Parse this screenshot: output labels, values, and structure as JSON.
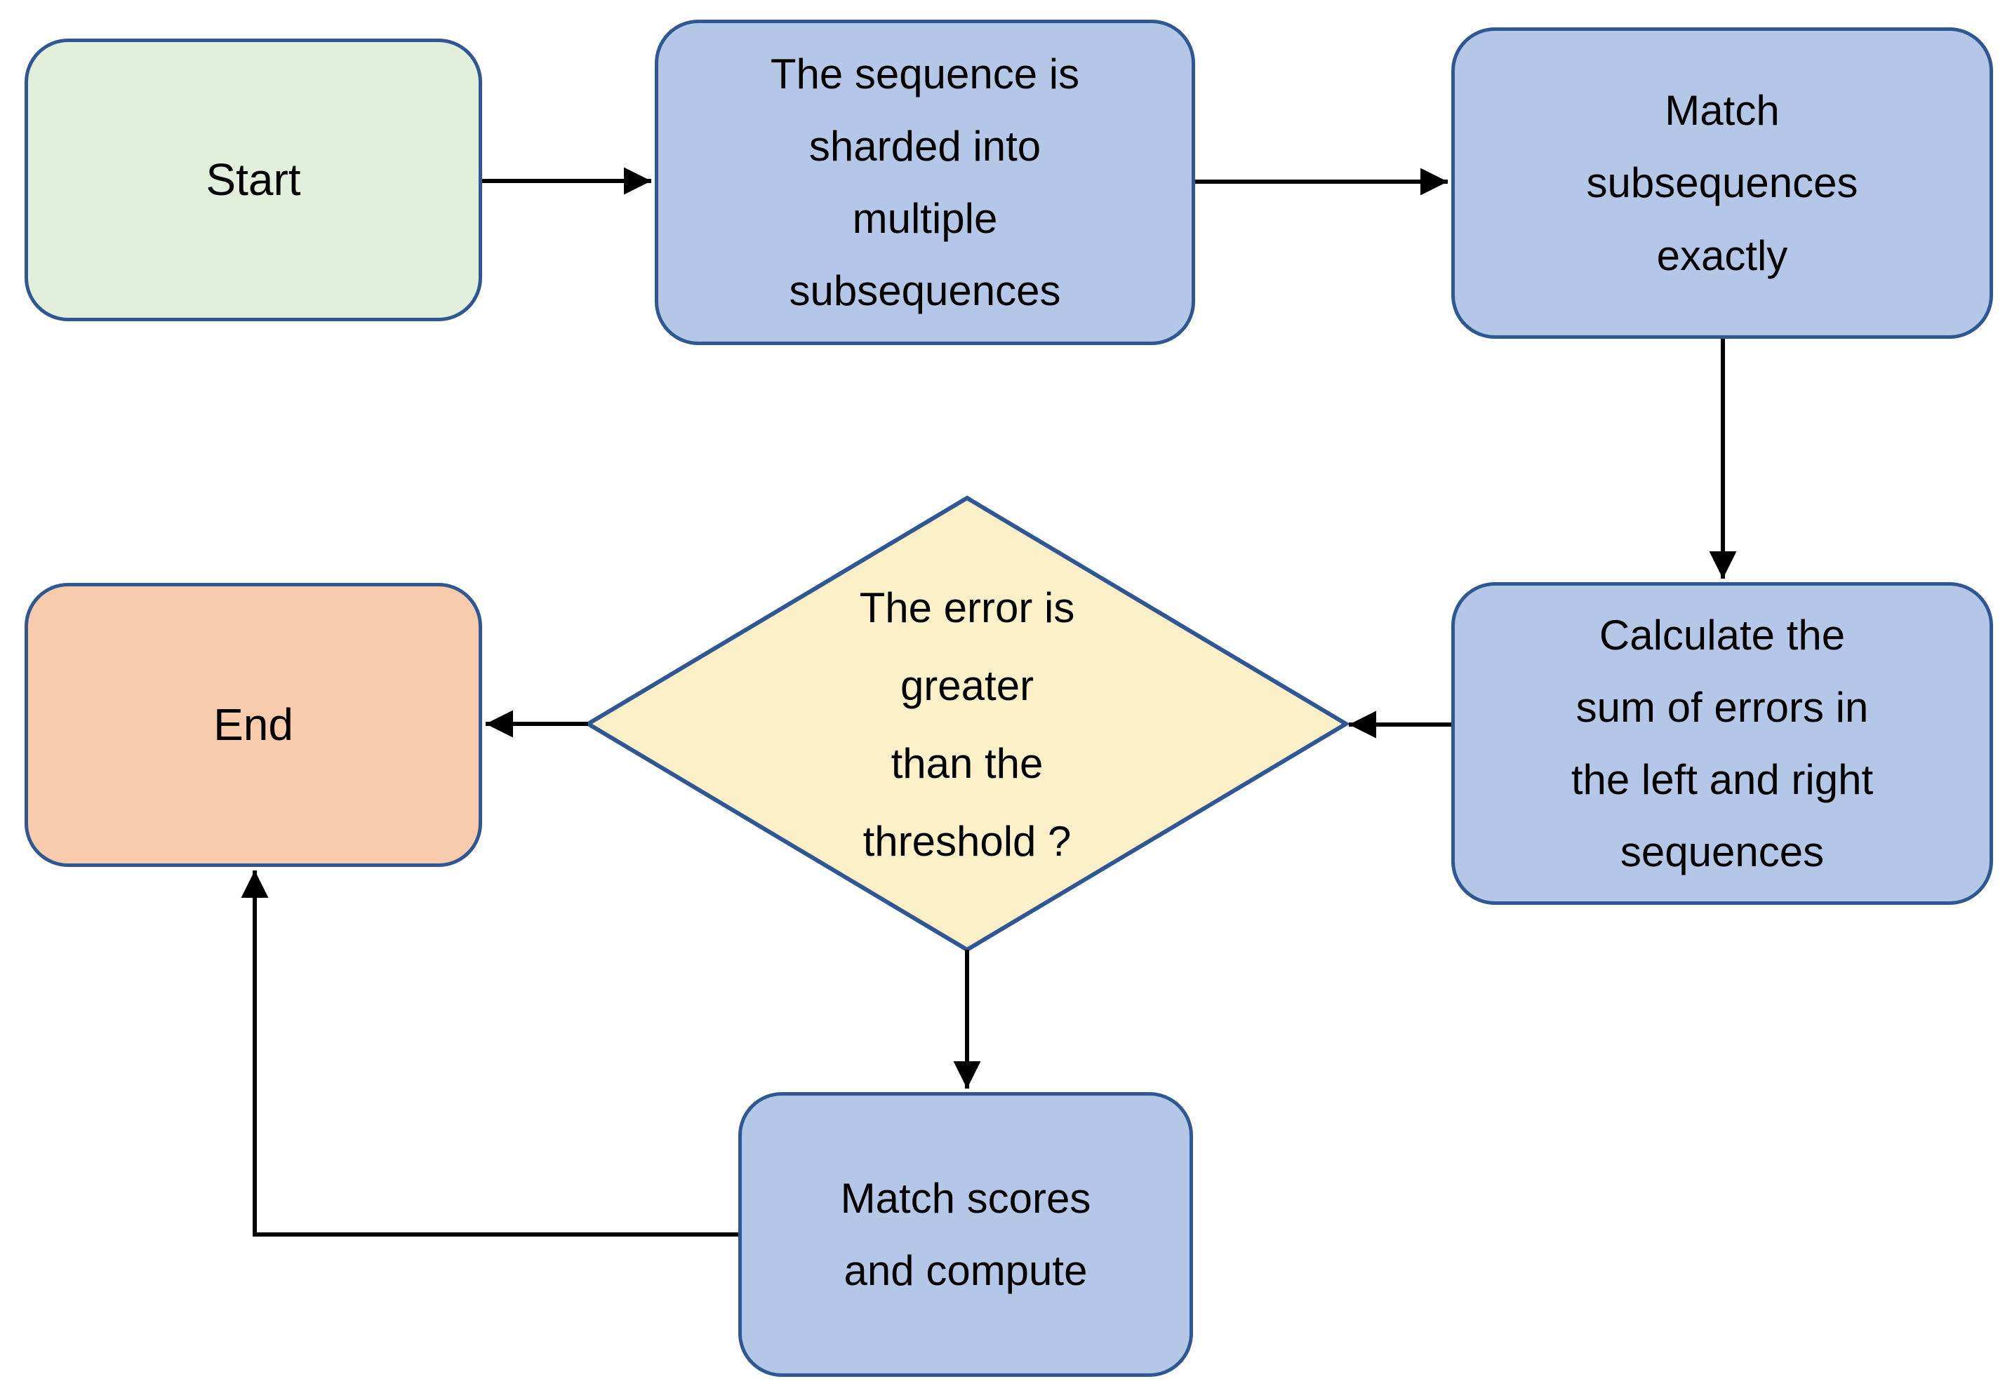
{
  "diagram": {
    "type": "flowchart",
    "nodes": {
      "start": {
        "label": "Start",
        "shape": "rounded-rect",
        "fill": "#e2efda"
      },
      "shard": {
        "label": "The sequence is\nsharded into\nmultiple\nsubsequences",
        "shape": "rounded-rect",
        "fill": "#b4c7e7"
      },
      "match_exact": {
        "label": "Match\nsubsequences\nexactly",
        "shape": "rounded-rect",
        "fill": "#b4c7e7"
      },
      "calc_errors": {
        "label": "Calculate the\nsum of errors in\nthe left and right\nsequences",
        "shape": "rounded-rect",
        "fill": "#b4c7e7"
      },
      "decision": {
        "label": "The error is\ngreater\nthan the\nthreshold ?",
        "shape": "diamond",
        "fill": "#fcf0c8"
      },
      "end": {
        "label": "End",
        "shape": "rounded-rect",
        "fill": "#f8cbad"
      },
      "match_scores": {
        "label": "Match scores\nand compute",
        "shape": "rounded-rect",
        "fill": "#b4c7e7"
      }
    },
    "edges": [
      {
        "from": "start",
        "to": "shard"
      },
      {
        "from": "shard",
        "to": "match_exact"
      },
      {
        "from": "match_exact",
        "to": "calc_errors"
      },
      {
        "from": "calc_errors",
        "to": "decision"
      },
      {
        "from": "decision",
        "to": "end"
      },
      {
        "from": "decision",
        "to": "match_scores"
      },
      {
        "from": "match_scores",
        "to": "end"
      }
    ],
    "colors": {
      "process_fill": "#b4c7e7",
      "start_fill": "#e2efda",
      "end_fill": "#f8cbad",
      "decision_fill": "#fcf0c8",
      "shape_border": "#2e5793",
      "connector": "#000000",
      "text": "#000000",
      "background": "#ffffff"
    }
  }
}
